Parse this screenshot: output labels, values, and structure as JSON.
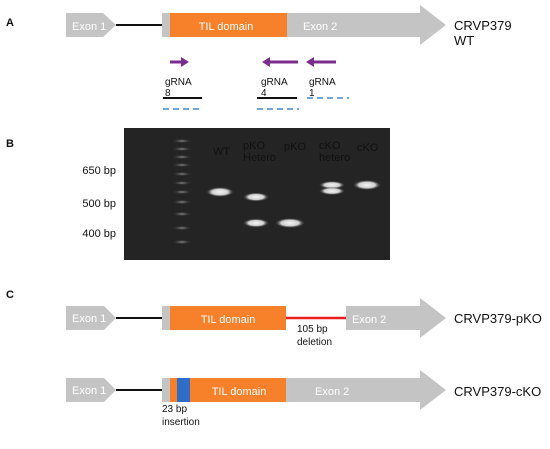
{
  "panels": {
    "a": "A",
    "b": "B",
    "c": "C"
  },
  "colors": {
    "exon_gray": "#c4c4c4",
    "til_orange": "#f7812a",
    "arrow_purple": "#7b2d8e",
    "deletion_red": "#e8201e",
    "insertion_blue": "#2f6dc7",
    "dash_blue": "#6fa8d8"
  },
  "panel_a": {
    "exon1": "Exon 1",
    "til": "TIL domain",
    "exon2": "Exon 2",
    "construct": "CRVP379\nWT",
    "grnas": [
      {
        "label": "gRNA\n8"
      },
      {
        "label": "gRNA\n4"
      },
      {
        "label": "gRNA\n1"
      }
    ]
  },
  "panel_b": {
    "sizes": [
      "650 bp",
      "500 bp",
      "400 bp"
    ],
    "lanes": [
      "WT",
      "pKO\nHetero",
      "pKO",
      "cKO\nhetero",
      "cKO"
    ]
  },
  "panel_c": {
    "pko": {
      "exon1": "Exon 1",
      "til": "TIL domain",
      "exon2": "Exon 2",
      "construct": "CRVP379-pKO",
      "note": "105 bp\ndeletion"
    },
    "cko": {
      "exon1": "Exon 1",
      "til": "TIL domain",
      "exon2": "Exon 2",
      "construct": "CRVP379-cKO",
      "note": "23 bp\ninsertion"
    }
  }
}
